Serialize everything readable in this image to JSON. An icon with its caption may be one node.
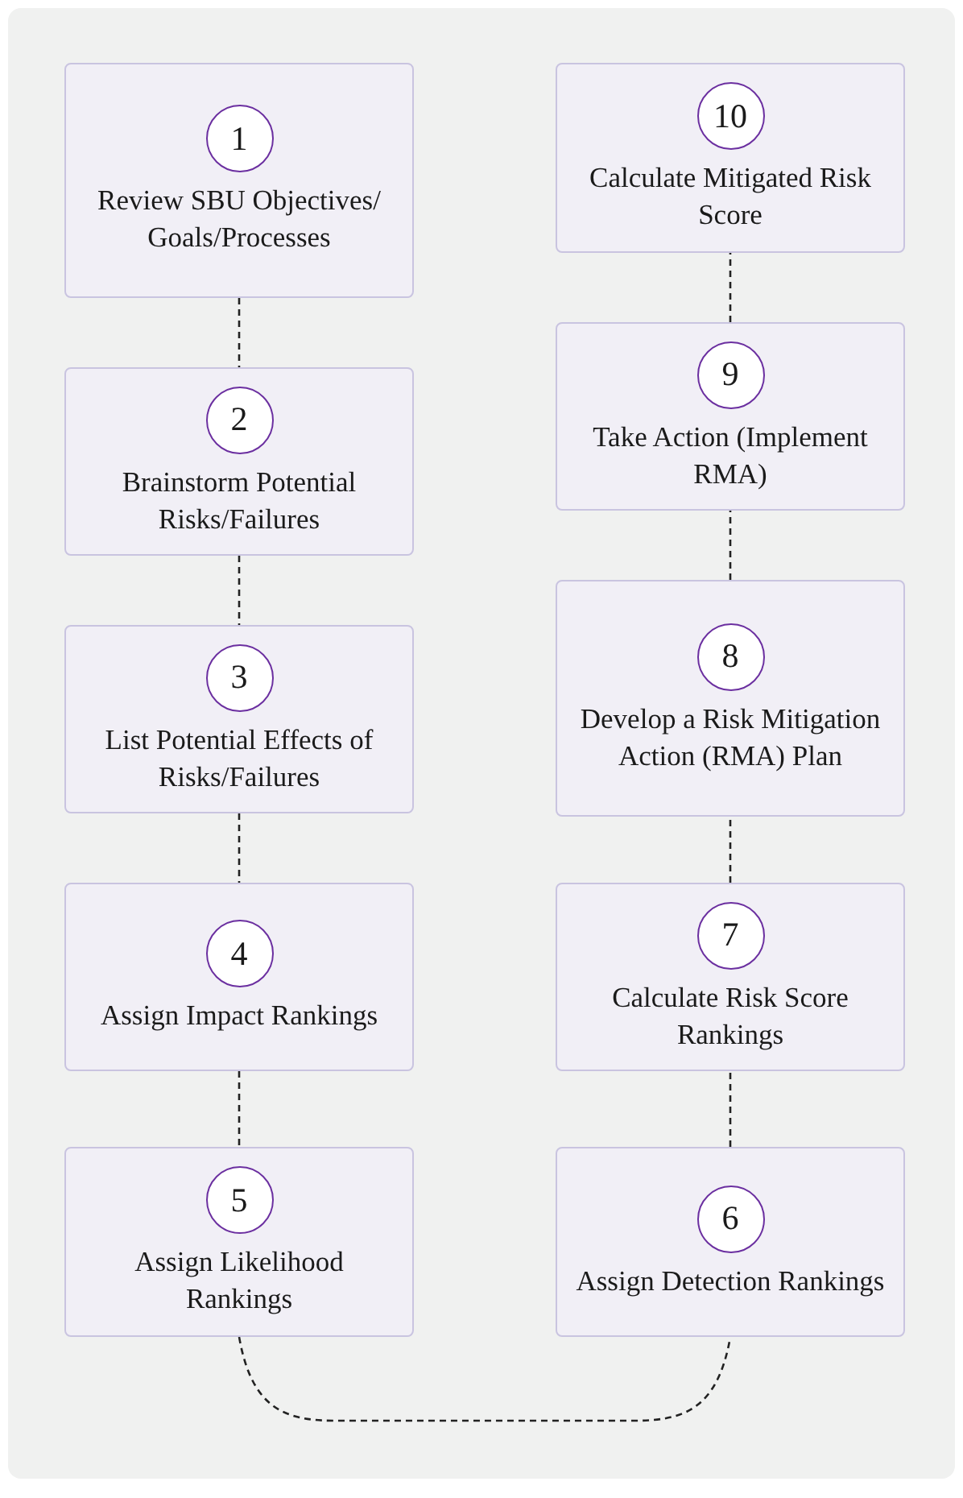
{
  "diagram": {
    "nodes": [
      {
        "text": [
          "1",
          "Review SBU Objectives/ Goals/Processes"
        ]
      },
      {
        "text": [
          "2",
          "Brainstorm Potential Risks/Failures"
        ]
      },
      {
        "text": [
          "3",
          "List Potential Effects of Risks/Failures"
        ]
      },
      {
        "text": [
          "4",
          "Assign Impact Rankings"
        ]
      },
      {
        "text": [
          "5",
          "Assign Likelihood Rankings"
        ]
      },
      {
        "text": [
          "6",
          "Assign Detection Rankings"
        ]
      },
      {
        "text": [
          "7",
          "Calculate Risk Score Rankings"
        ]
      },
      {
        "text": [
          "8",
          "Develop a Risk Mitigation Action (RMA) Plan"
        ]
      },
      {
        "text": [
          "9",
          "Take Action (Implement RMA)"
        ]
      },
      {
        "text": [
          "10",
          "Calculate Mitigated Risk Score"
        ]
      }
    ],
    "edges": [
      {
        "from": 0,
        "to": 1,
        "arrow": "none",
        "style": "dashed"
      },
      {
        "from": 1,
        "to": 2,
        "arrow": "none",
        "style": "dashed"
      },
      {
        "from": 2,
        "to": 3,
        "arrow": "none",
        "style": "dashed"
      },
      {
        "from": 3,
        "to": 4,
        "arrow": "none",
        "style": "dashed"
      },
      {
        "from": 4,
        "to": 5,
        "arrow": "none",
        "style": "dashed"
      },
      {
        "from": 5,
        "to": 6,
        "arrow": "none",
        "style": "dashed"
      },
      {
        "from": 6,
        "to": 7,
        "arrow": "none",
        "style": "dashed"
      },
      {
        "from": 7,
        "to": 8,
        "arrow": "none",
        "style": "dashed"
      },
      {
        "from": 8,
        "to": 9,
        "arrow": "none",
        "style": "dashed"
      }
    ]
  }
}
